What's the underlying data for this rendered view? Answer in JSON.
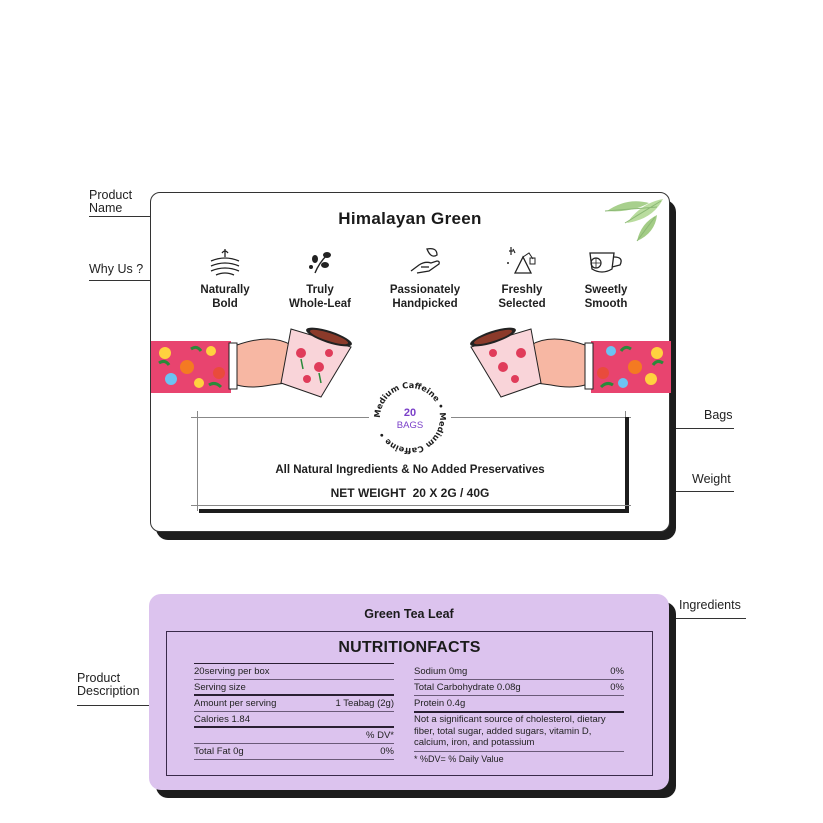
{
  "annotations": {
    "product_name": "Product\nName",
    "why_us": "Why Us ?",
    "bags": "Bags",
    "weight": "Weight",
    "ingredients": "Ingredients",
    "product_description": "Product\nDescription"
  },
  "front": {
    "title": "Himalayan Green",
    "features": [
      {
        "icon": "wave-field-icon",
        "label": "Naturally\nBold"
      },
      {
        "icon": "leaf-sprig-icon",
        "label": "Truly\nWhole-Leaf"
      },
      {
        "icon": "hand-leaf-icon",
        "label": "Passionately\nHandpicked"
      },
      {
        "icon": "tea-pyramid-icon",
        "label": "Freshly\nSelected"
      },
      {
        "icon": "teacup-icon",
        "label": "Sweetly\nSmooth"
      }
    ],
    "badge": {
      "ring_text": "Medium Caffeine • Medium Caffeine •",
      "count": "20",
      "unit": "BAGS"
    },
    "statement": "All Natural Ingredients & No Added Preservatives",
    "net_weight": "NET WEIGHT  20 X 2G / 40G"
  },
  "back": {
    "heading": "Green Tea Leaf",
    "nf_title": "NUTRITIONFACTS",
    "left_rows": [
      {
        "label": "20serving per box",
        "value": ""
      },
      {
        "label": "Serving size",
        "value": ""
      },
      {
        "label": "Amount per serving",
        "value": "1 Teabag (2g)"
      },
      {
        "label": "Calories 1.84",
        "value": ""
      },
      {
        "label": "",
        "value": "% DV*"
      },
      {
        "label": "Total Fat 0g",
        "value": "0%"
      }
    ],
    "right_rows": [
      {
        "label": "Sodium 0mg",
        "value": "0%"
      },
      {
        "label": "Total Carbohydrate 0.08g",
        "value": "0%"
      },
      {
        "label": "Protein 0.4g",
        "value": ""
      }
    ],
    "note": "Not a significant source of cholesterol, dietary fiber, total sugar, added sugars, vitamin D, calcium, iron, and potassium",
    "footnote": "* %DV= % Daily Value"
  },
  "colors": {
    "accent": "#7a3fc8",
    "panel": "#dcc3ee",
    "dark": "#1d1d1d",
    "leaf": "#a8d08d"
  }
}
